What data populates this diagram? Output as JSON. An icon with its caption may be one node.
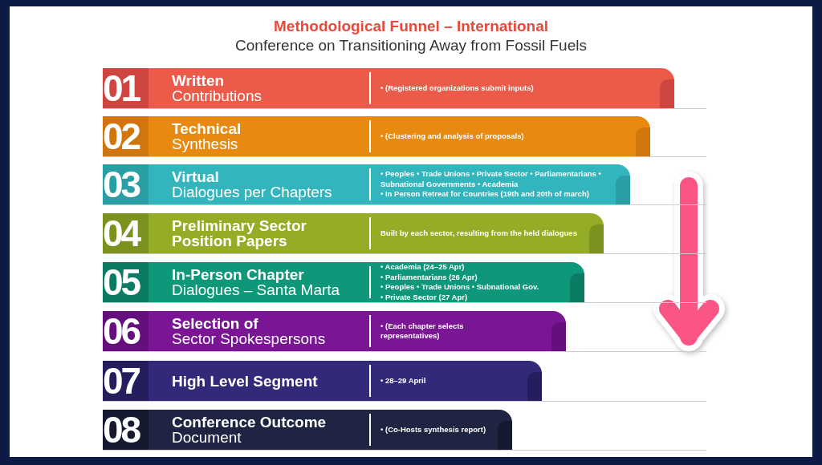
{
  "diagram": {
    "title": [
      "Methodological Funnel – International",
      "Conference on Transitioning Away from Fossil Fuels"
    ],
    "nodes": [
      {
        "text": [
          "01",
          "Written",
          "Contributions",
          "• (Registered organizations submit inputs)"
        ]
      },
      {
        "text": [
          "02",
          "Technical",
          "Synthesis",
          "• (Clustering and analysis of proposals)"
        ]
      },
      {
        "text": [
          "03",
          "Virtual",
          "Dialogues per Chapters",
          "• Peoples • Trade Unions • Private Sector • Parliamentarians • Subnational Governments • Academia",
          "• In Person Retreat for Countries (19th and 20th of march)"
        ]
      },
      {
        "text": [
          "04",
          "Preliminary Sector Position Papers",
          "Built by each sector, resulting from the held dialogues"
        ]
      },
      {
        "text": [
          "05",
          "In-Person Chapter",
          "Dialogues – Santa Marta",
          "• Academia (24–25 Apr)",
          "• Parliamentarians (26 Apr)",
          "• Peoples • Trade Unions • Subnational Gov.",
          "• Private Sector (27 Apr)"
        ]
      },
      {
        "text": [
          "06",
          "Selection of",
          "Sector Spokespersons",
          "• (Each chapter selects representatives)"
        ]
      },
      {
        "text": [
          "07",
          "High Level Segment",
          "• 28–29 April"
        ]
      },
      {
        "text": [
          "08",
          "Conference Outcome",
          "Document",
          "• (Co-Hosts synthesis report)"
        ]
      }
    ]
  }
}
